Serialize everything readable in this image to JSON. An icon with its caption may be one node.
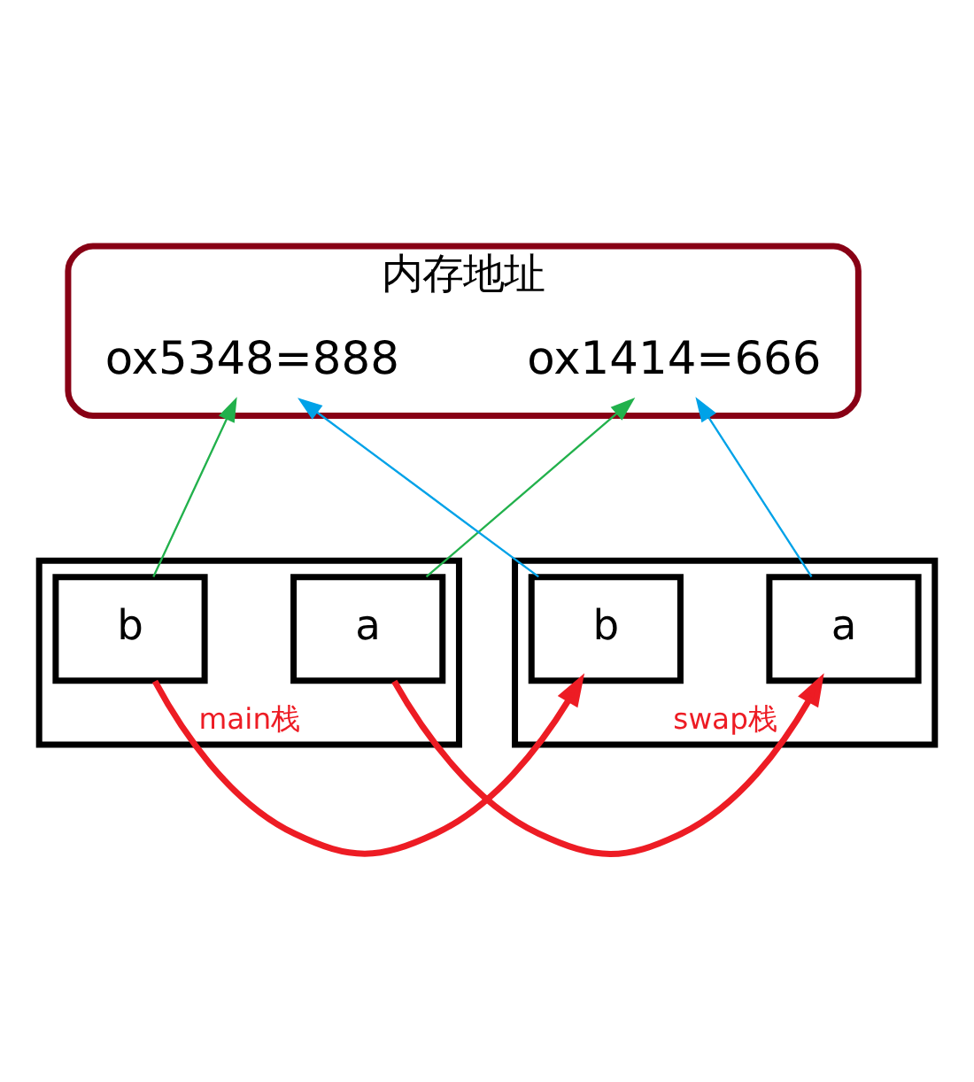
{
  "diagram": {
    "nodes": [
      {
        "text": [
          "内存地址"
        ]
      },
      {
        "text": [
          "ox1414=666"
        ],
        "in": 0
      },
      {
        "text": [
          "ox5348=888"
        ],
        "in": 0
      },
      {
        "text": [
          "main栈"
        ]
      },
      {
        "text": [
          "a"
        ],
        "in": 3
      },
      {
        "text": [
          "b"
        ],
        "in": 3
      },
      {
        "text": [
          "swap栈"
        ]
      },
      {
        "text": [
          "a"
        ],
        "in": 6
      },
      {
        "text": [
          "b"
        ],
        "in": 6
      }
    ],
    "edges": [
      {
        "from": 4,
        "to": 1,
        "arrow": "to",
        "color": "#22b14c"
      },
      {
        "from": 5,
        "to": 2,
        "arrow": "to",
        "color": "#22b14c"
      },
      {
        "from": 7,
        "to": 1,
        "arrow": "to",
        "color": "#00a2e8"
      },
      {
        "from": 8,
        "to": 2,
        "arrow": "to",
        "color": "#00a2e8"
      },
      {
        "from": 4,
        "to": 7,
        "arrow": "to",
        "style": "thick",
        "color": "#ed1c24"
      },
      {
        "from": 5,
        "to": 8,
        "arrow": "to",
        "style": "thick",
        "color": "#ed1c24"
      }
    ]
  }
}
